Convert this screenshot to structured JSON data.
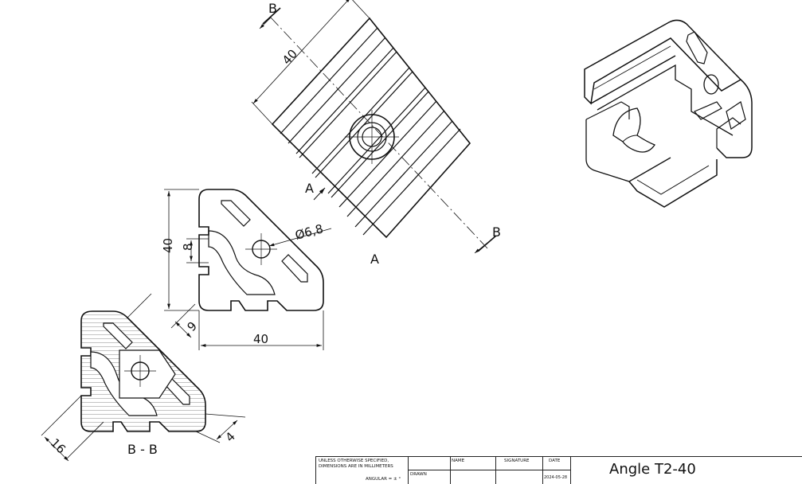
{
  "views": {
    "section_label": "B - B",
    "view_label": "A",
    "arrow_a_label": "A",
    "cut_label_top": "B",
    "cut_label_bottom": "B"
  },
  "dimensions": {
    "top_width": "40",
    "front_height": "40",
    "front_width": "40",
    "slot_width": "8",
    "hole_diameter": "Ø6,8",
    "section_wall": "9",
    "section_leg": "16",
    "section_thickness": "4"
  },
  "title_block": {
    "note_line1": "UNLESS OTHERWISE SPECIFIED,",
    "note_line2": "DIMENSIONS ARE IN MILLIMETERS",
    "angular": "ANGULAR = ± °",
    "col_name": "NAME",
    "col_signature": "SIGNATURE",
    "col_date": "DATE",
    "row_drawn": "DRAWN",
    "drawn_date": "2024-05-28",
    "part_name": "Angle T2-40"
  }
}
